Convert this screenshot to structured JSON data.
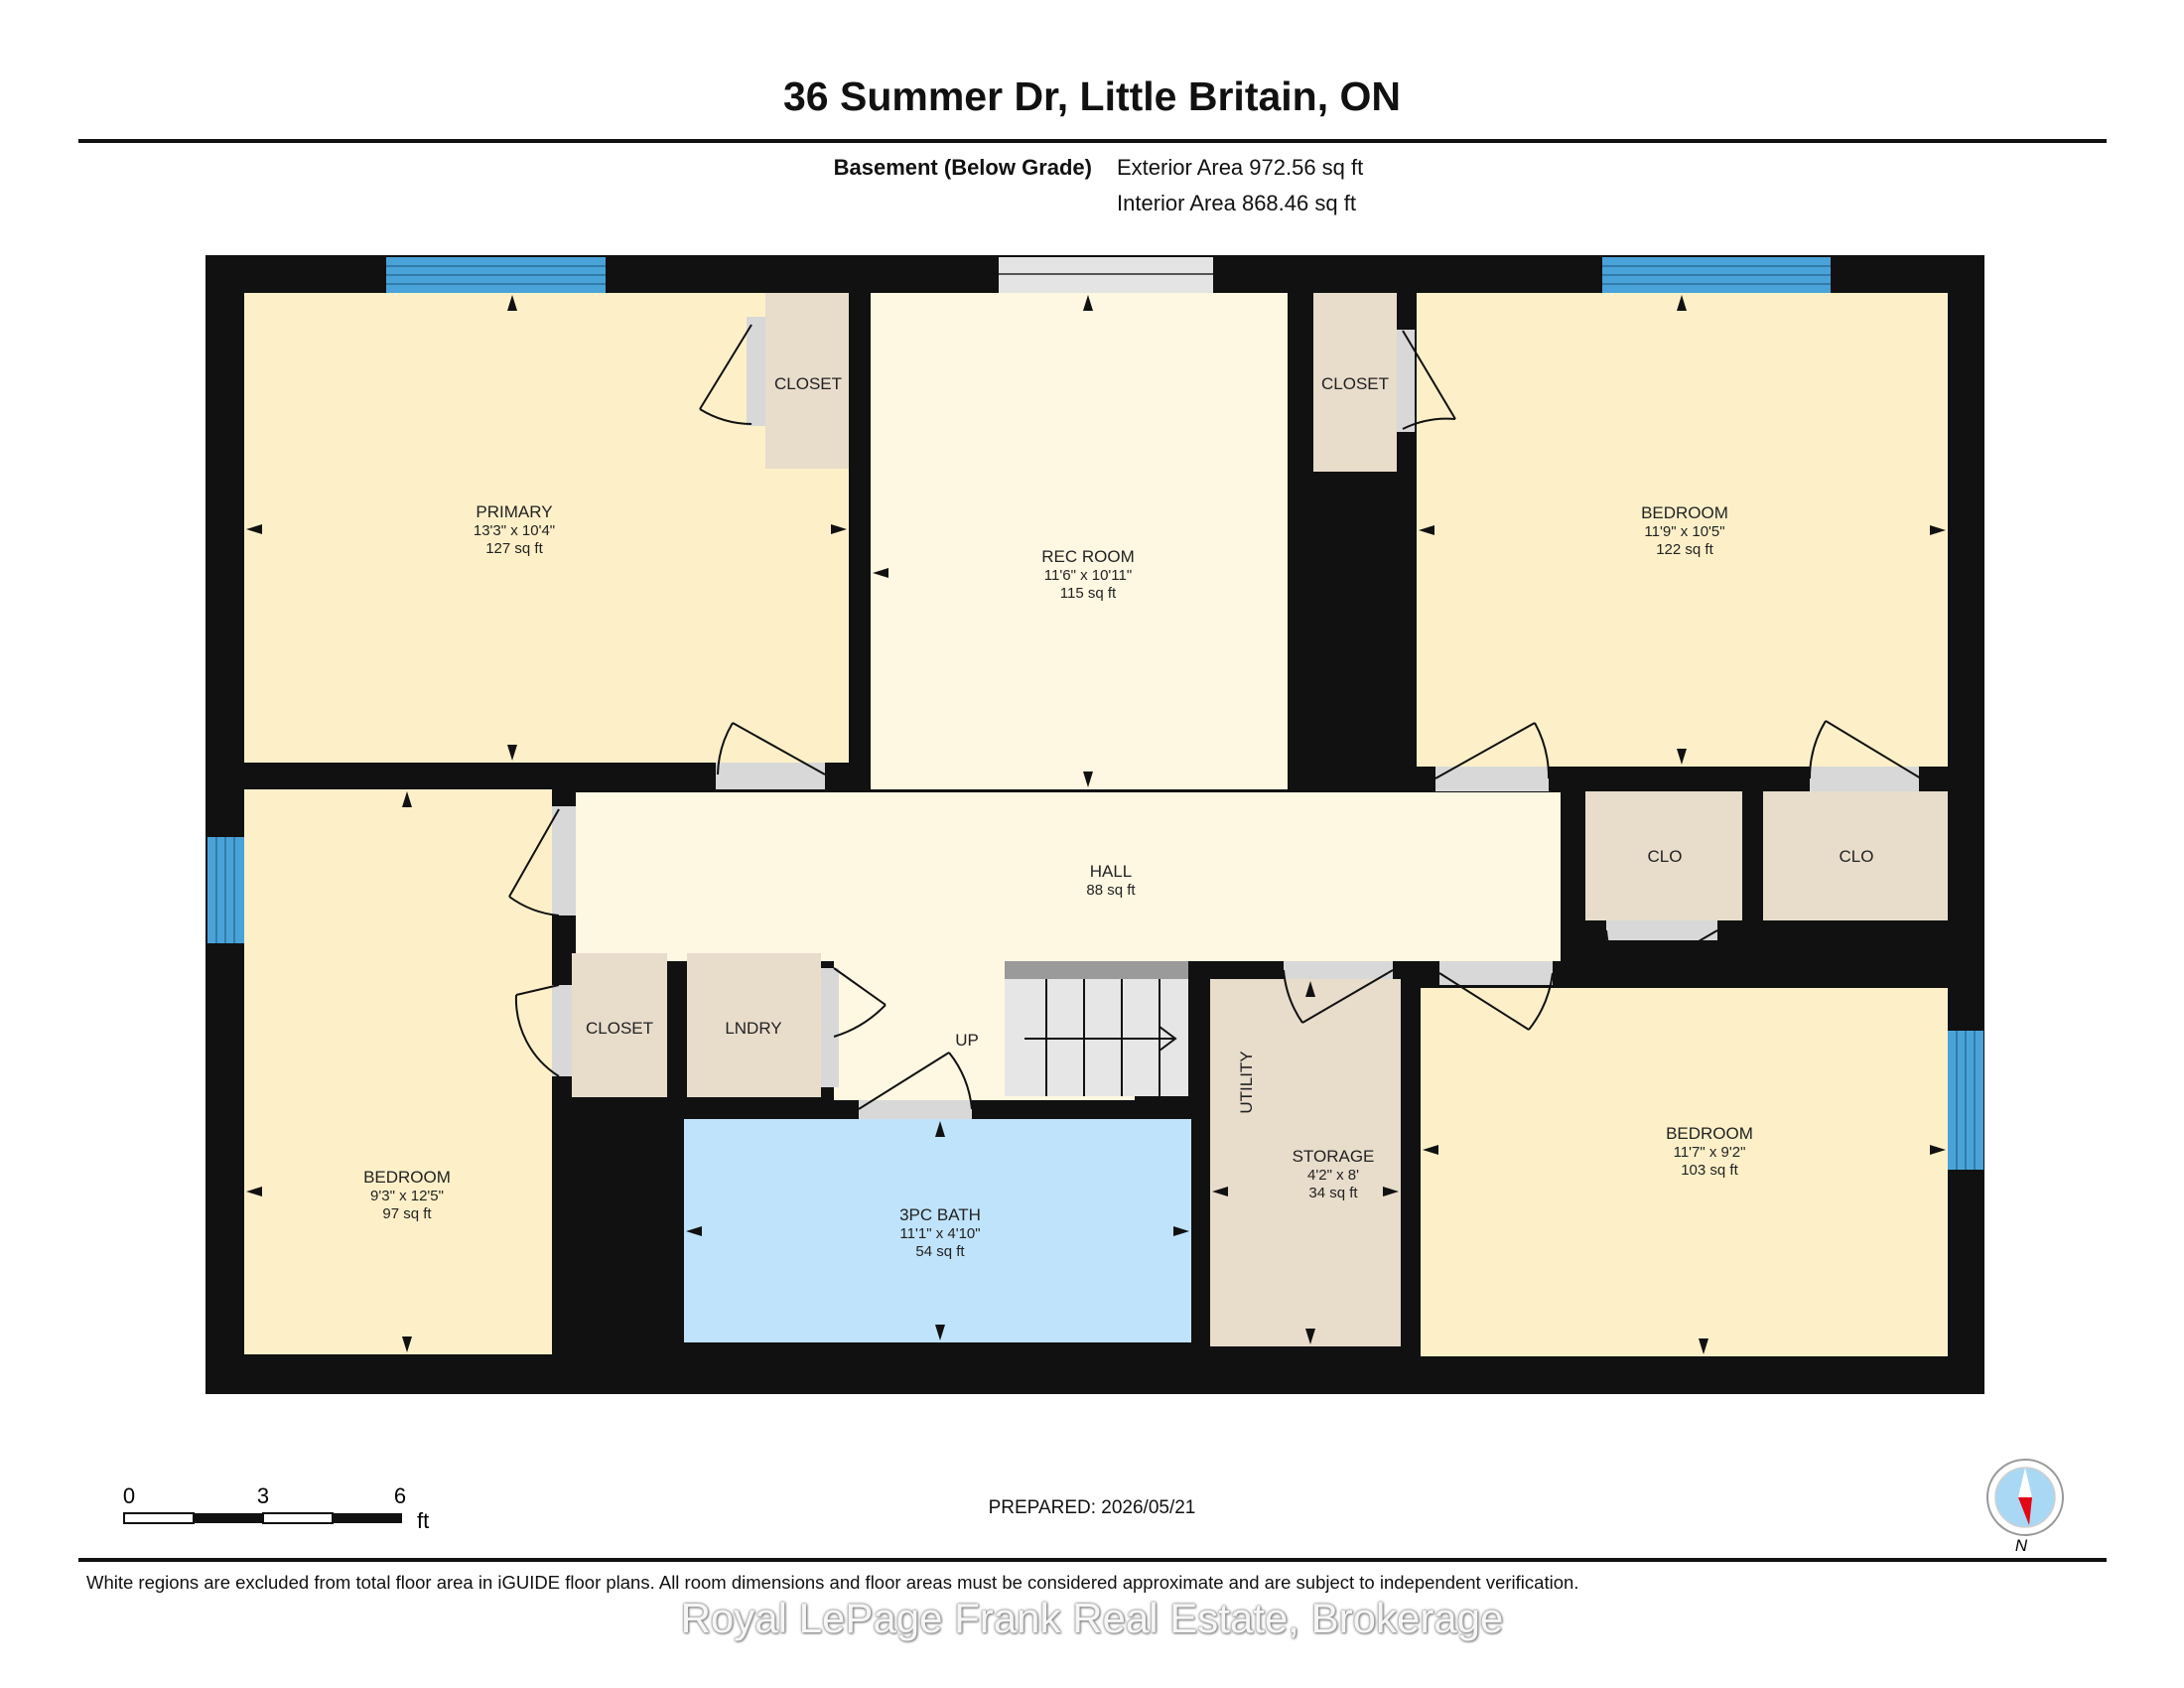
{
  "header": {
    "title": "36 Summer Dr, Little Britain, ON",
    "level": "Basement (Below Grade)",
    "exterior_area": "Exterior Area 972.56 sq ft",
    "interior_area": "Interior Area 868.46 sq ft"
  },
  "rooms": {
    "primary": {
      "name": "PRIMARY",
      "dims": "13'3\" x 10'4\"",
      "area": "127 sq ft"
    },
    "rec_room": {
      "name": "REC ROOM",
      "dims": "11'6\" x 10'11\"",
      "area": "115 sq ft"
    },
    "bedroom_ne": {
      "name": "BEDROOM",
      "dims": "11'9\" x 10'5\"",
      "area": "122 sq ft"
    },
    "hall": {
      "name": "HALL",
      "area": "88 sq ft"
    },
    "bedroom_sw": {
      "name": "BEDROOM",
      "dims": "9'3\" x 12'5\"",
      "area": "97 sq ft"
    },
    "bath": {
      "name": "3PC BATH",
      "dims": "11'1\" x 4'10\"",
      "area": "54 sq ft"
    },
    "storage": {
      "name": "STORAGE",
      "dims": "4'2\" x 8'",
      "area": "34 sq ft"
    },
    "bedroom_se": {
      "name": "BEDROOM",
      "dims": "11'7\" x 9'2\"",
      "area": "103 sq ft"
    },
    "closet_primary": {
      "name": "CLOSET"
    },
    "closet_ne": {
      "name": "CLOSET"
    },
    "closet_sw": {
      "name": "CLOSET"
    },
    "laundry": {
      "name": "LNDRY"
    },
    "clo_1": {
      "name": "CLO"
    },
    "clo_2": {
      "name": "CLO"
    },
    "utility": {
      "name": "UTILITY"
    },
    "stairs": {
      "name": "UP"
    }
  },
  "scale": {
    "tick_0": "0",
    "tick_1": "3",
    "tick_2": "6",
    "unit": "ft"
  },
  "compass": {
    "label": "N"
  },
  "footer": {
    "prepared": "PREPARED: 2026/05/21",
    "disclaimer": "White regions are excluded from total floor area in iGUIDE floor plans. All room dimensions and floor areas must be considered approximate and are subject to independent verification.",
    "watermark": "Royal LePage Frank Real Estate, Brokerage"
  },
  "colors": {
    "wall": "#111111",
    "bedroom_fill": "#fdf0c8",
    "hall_fill": "#fef7e1",
    "closet_fill": "#e8dccb",
    "bath_fill": "#bfe3fa",
    "window": "#4aa3d8",
    "door_gap": "#d8d8d8"
  }
}
